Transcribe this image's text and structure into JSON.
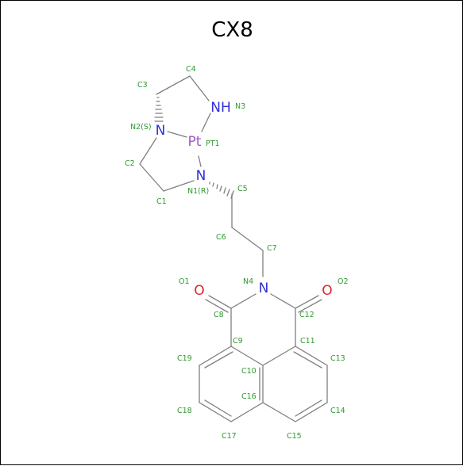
{
  "title": "CX8",
  "colors": {
    "bond": "#7f7f7f",
    "carbon_label": "#2e9a2e",
    "nitrogen": "#2f2fd8",
    "oxygen": "#e52323",
    "platinum": "#a355c9",
    "border": "#000000"
  },
  "elements": {
    "pt": "Pt",
    "n2": "N",
    "n3": "NH",
    "n1": "N",
    "n4": "N",
    "o1": "O",
    "o2": "O"
  },
  "labels": {
    "c1": "C1",
    "c2": "C2",
    "c3": "C3",
    "c4": "C4",
    "c5": "C5",
    "c6": "C6",
    "c7": "C7",
    "c8": "C8",
    "c9": "C9",
    "c10": "C10",
    "c11": "C11",
    "c12": "C12",
    "c13": "C13",
    "c14": "C14",
    "c15": "C15",
    "c16": "C16",
    "c17": "C17",
    "c18": "C18",
    "c19": "C19",
    "n1": "N1(R)",
    "n2": "N2(S)",
    "n3": "N3",
    "n4": "N4",
    "o1": "O1",
    "o2": "O2",
    "pt": "PT1"
  }
}
